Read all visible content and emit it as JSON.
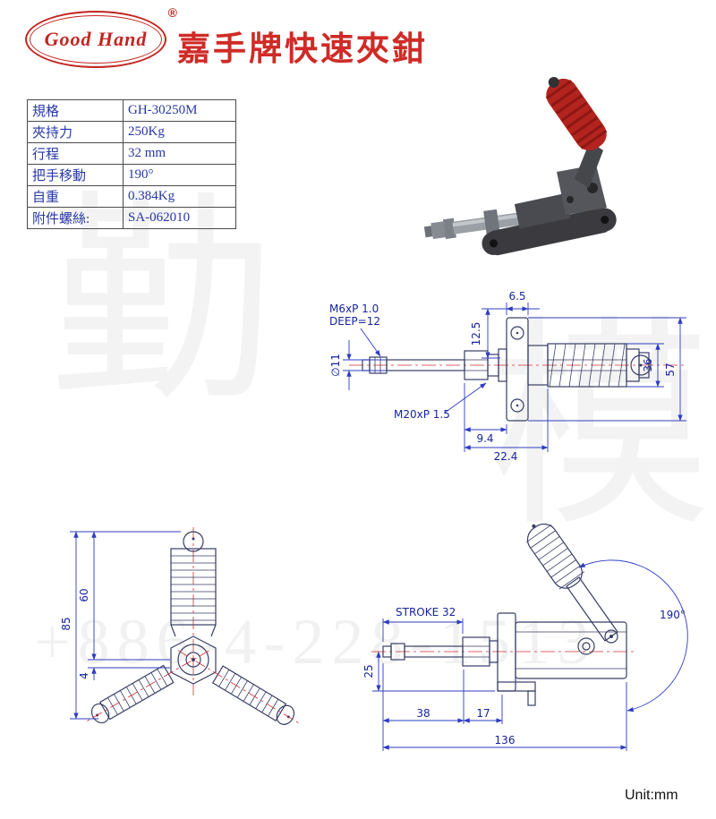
{
  "header": {
    "logo_text": "Good Hand",
    "logo_reg": "®",
    "title": "嘉手牌快速夾鉗"
  },
  "spec_table": {
    "rows": [
      {
        "label": "規格",
        "value": "GH-30250M"
      },
      {
        "label": "夾持力",
        "value": "250Kg"
      },
      {
        "label": "行程",
        "value": "32 mm"
      },
      {
        "label": "把手移動",
        "value": "190°"
      },
      {
        "label": "自重",
        "value": "0.384Kg"
      },
      {
        "label": "附件螺絲:",
        "value": "SA-062010"
      }
    ]
  },
  "side_view": {
    "thread_note_1": "M6xP 1.0",
    "thread_note_2": "DEEP=12",
    "dia_label": "∅11",
    "thread_label": "M20xP 1.5",
    "dim_12_5": "12.5",
    "dim_6_5": "6.5",
    "dim_36": "36",
    "dim_57": "57",
    "dim_9_4": "9.4",
    "dim_22_4": "22.4"
  },
  "front_view": {
    "dim_60": "60",
    "dim_85": "85",
    "dim_4": "4"
  },
  "profile_view": {
    "stroke_label": "STROKE 32",
    "dim_190": "190°",
    "dim_25": "25",
    "dim_38": "38",
    "dim_17": "17",
    "dim_136": "136"
  },
  "watermark": {
    "char_1": "勤",
    "char_2": "模",
    "phone": "+886-4-228-1513"
  },
  "footer": {
    "unit": "Unit:mm"
  },
  "colors": {
    "title_red": "#cf2b27",
    "table_blue": "#2838a4",
    "dimension_blue": "#2d3cc2",
    "centerline_red": "#d03030",
    "grip_red": "#b3241f"
  }
}
